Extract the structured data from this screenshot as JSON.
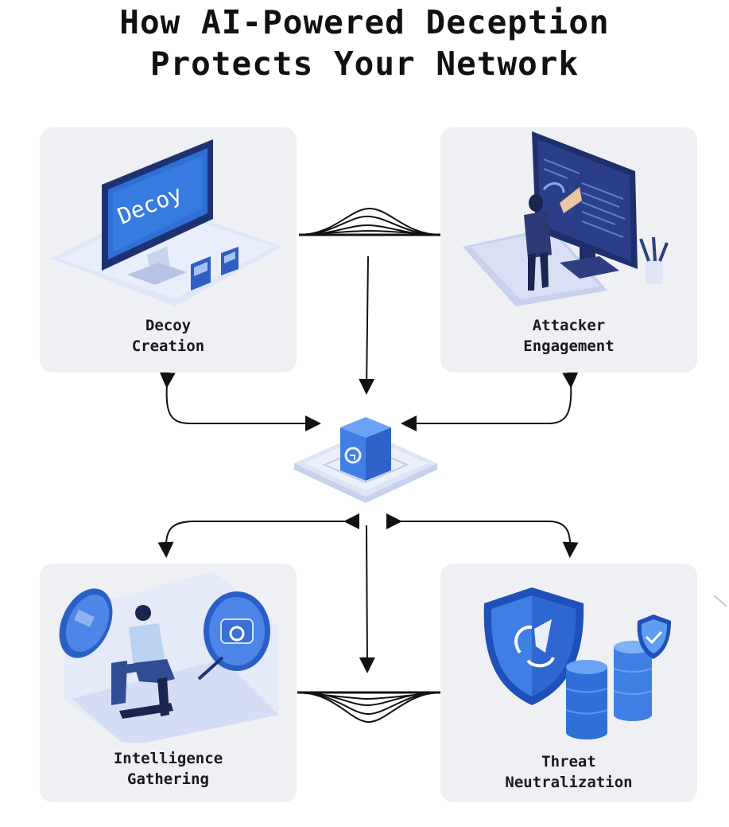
{
  "title": {
    "line1": "How AI-Powered Deception",
    "line2": "Protects Your Network"
  },
  "cards": {
    "decoy": {
      "line1": "Decoy",
      "line2": "Creation",
      "screen_text": "Decoy"
    },
    "attacker": {
      "line1": "Attacker",
      "line2": "Engagement"
    },
    "intelligence": {
      "line1": "Intelligence",
      "line2": "Gathering"
    },
    "threat": {
      "line1": "Threat",
      "line2": "Neutralization"
    }
  },
  "colors": {
    "card_bg": "#eef0f4",
    "accent_blue": "#3a6fd8",
    "dark_navy": "#253a7a",
    "light_blue": "#cdd8f3",
    "line": "#111111"
  },
  "hub": {
    "icon": "ai-engine-cube-icon"
  }
}
